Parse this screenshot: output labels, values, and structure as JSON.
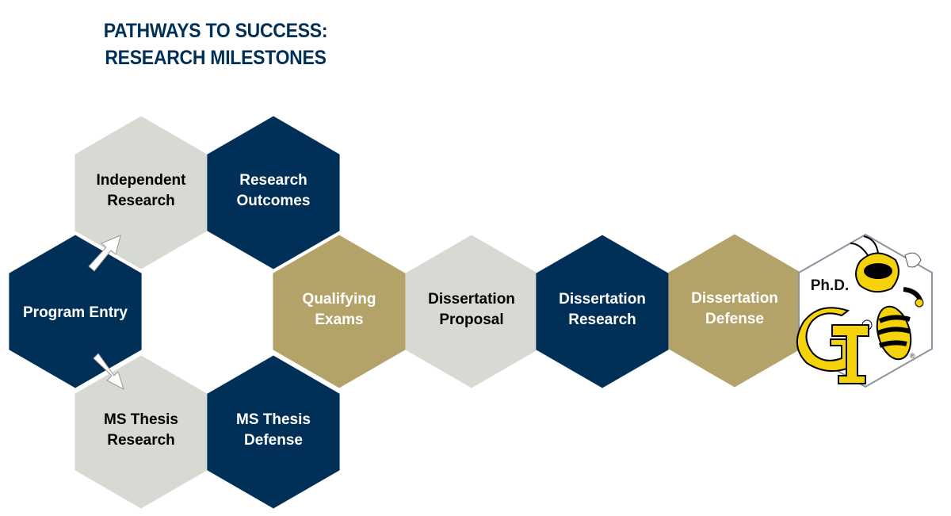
{
  "title": {
    "line1": "PATHWAYS TO SUCCESS:",
    "line2": "RESEARCH MILESTONES"
  },
  "colors": {
    "navy": "#003057",
    "gold": "#B3A369",
    "gray": "#D6DAD3",
    "white": "#FFFFFF",
    "yellow": "#F5D20A"
  },
  "milestones": [
    {
      "lines": [
        "Independent",
        "Research"
      ],
      "fill": "gray"
    },
    {
      "lines": [
        "Research",
        "Outcomes"
      ],
      "fill": "navy"
    },
    {
      "lines": [
        "Program Entry"
      ],
      "fill": "navy"
    },
    {
      "lines": [
        "Qualifying",
        "Exams"
      ],
      "fill": "gold"
    },
    {
      "lines": [
        "MS Thesis",
        "Research"
      ],
      "fill": "gray"
    },
    {
      "lines": [
        "MS Thesis",
        "Defense"
      ],
      "fill": "navy"
    },
    {
      "lines": [
        "Dissertation",
        "Proposal"
      ],
      "fill": "gray"
    },
    {
      "lines": [
        "Dissertation",
        "Research"
      ],
      "fill": "navy"
    },
    {
      "lines": [
        "Dissertation",
        "Defense"
      ],
      "fill": "gold"
    }
  ],
  "final": {
    "label": "Ph.D.",
    "logo_text": "GT",
    "registered": "®"
  }
}
